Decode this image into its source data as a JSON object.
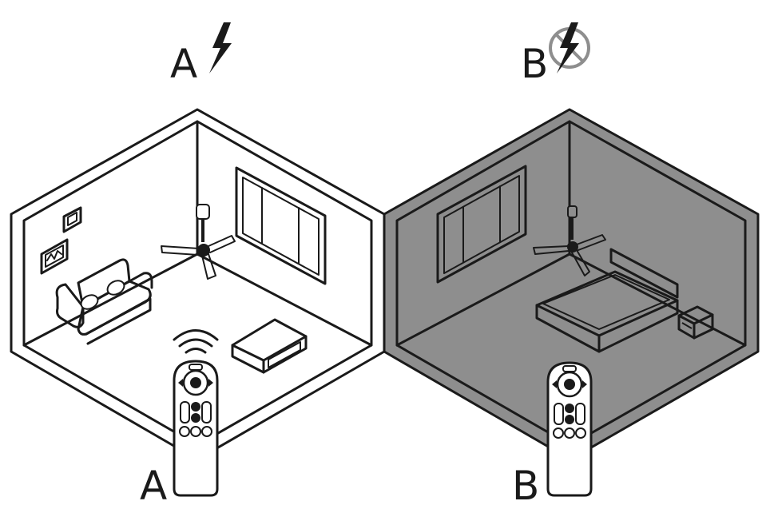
{
  "rooms": {
    "a": {
      "label": "A",
      "remote_label": "A",
      "power_state": "powered",
      "fill": "#ffffff"
    },
    "b": {
      "label": "B",
      "remote_label": "B",
      "power_state": "no-power",
      "fill": "#8e8e8e"
    }
  },
  "colors": {
    "ink": "#1a1a1a",
    "shade": "#8e8e8e",
    "paper": "#ffffff"
  },
  "icons": {
    "power": "lightning-bolt-icon",
    "no_power": "lightning-bolt-prohibited-icon",
    "signal": "wireless-signal-icon"
  }
}
